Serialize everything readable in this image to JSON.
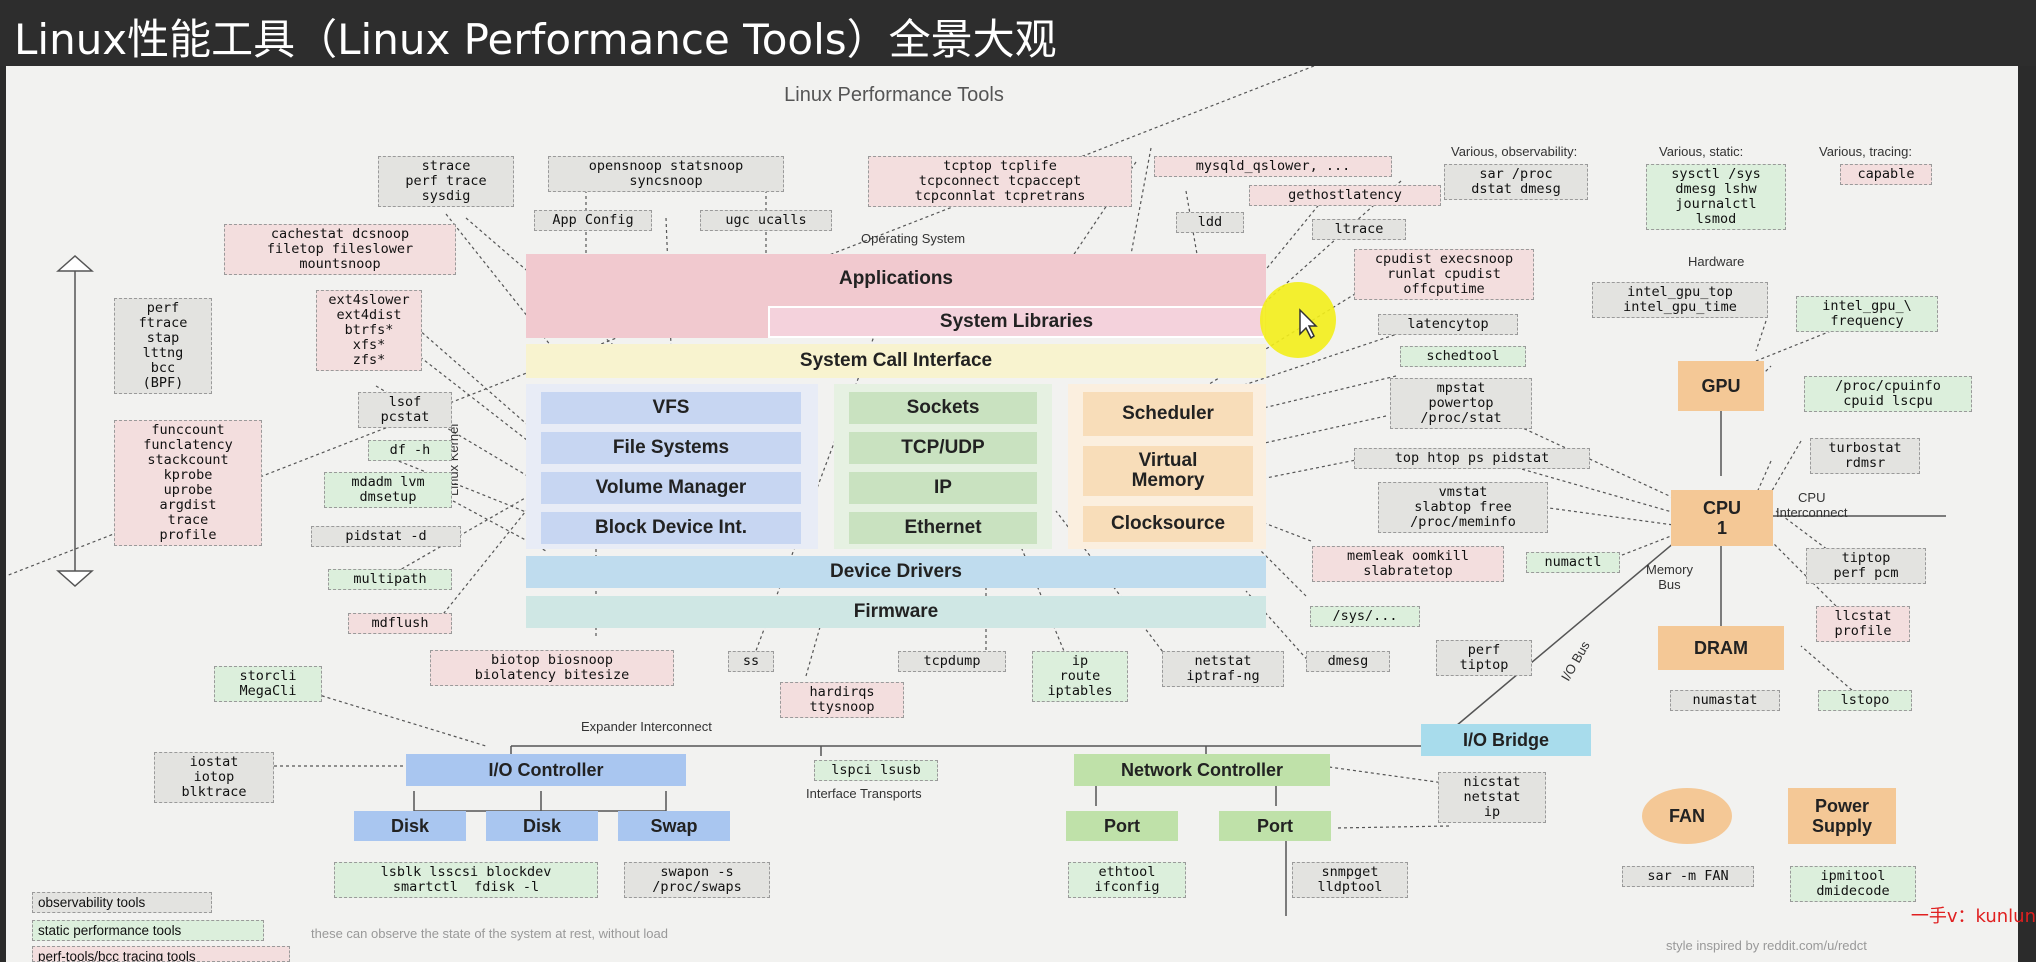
{
  "page_title": "Linux性能工具（Linux Performance Tools）全景大观",
  "diagram": {
    "title": "Linux Performance Tools",
    "os_label": "Operating System",
    "hardware_label": "Hardware",
    "kernel_label": "Linux Kernel",
    "expander_label": "Expander Interconnect",
    "interface_label": "Interface Transports",
    "cpu_interconnect_label": "CPU\nInterconnect",
    "memory_bus_label": "Memory\nBus",
    "io_bus_label": "I/O Bus",
    "various_obs_label": "Various, observability:",
    "various_static_label": "Various, static:",
    "various_tracing_label": "Various, tracing:",
    "footer_note": "these can observe the state of the system at rest, without load",
    "credit": "style inspired by reddit.com/u/redct",
    "layers": {
      "applications": "Applications",
      "system_libraries": "System Libraries",
      "syscall": "System Call Interface",
      "vfs": "VFS",
      "fs": "File Systems",
      "volume": "Volume Manager",
      "block": "Block Device Int.",
      "sockets": "Sockets",
      "tcpudp": "TCP/UDP",
      "ip": "IP",
      "ethernet": "Ethernet",
      "scheduler": "Scheduler",
      "vmem": "Virtual\nMemory",
      "clock": "Clocksource",
      "drivers": "Device Drivers",
      "firmware": "Firmware"
    },
    "hw": {
      "gpu": "GPU",
      "cpu": "CPU\n1",
      "dram": "DRAM",
      "iobridge": "I/O Bridge",
      "ioctrl": "I/O Controller",
      "disk1": "Disk",
      "disk2": "Disk",
      "swap": "Swap",
      "netctrl": "Network Controller",
      "port1": "Port",
      "port2": "Port",
      "fan": "FAN",
      "psu": "Power\nSupply"
    },
    "tools": {
      "strace": "strace\nperf trace\nsysdig",
      "opensnoop": "opensnoop statsnoop\nsyncsnoop",
      "tcptop": "tcptop tcplife\ntcpconnect tcpaccept\ntcpconnlat tcpretrans",
      "mysqld": "mysqld_qslower, ...",
      "gethost": "gethostlatency",
      "ldd": "ldd",
      "ltrace": "ltrace",
      "appconfig": "App Config",
      "ugc": "ugc ucalls",
      "cachestat": "cachestat dcsnoop\nfiletop fileslower\nmountsnoop",
      "ext4": "ext4slower\next4dist\nbtrfs*\nxfs*\nzfs*",
      "perf": "perf\nftrace\nstap\nlttng\nbcc\n(BPF)",
      "funccount": "funccount\nfunclatency\nstackcount\nkprobe\nuprobe\nargdist\ntrace\nprofile",
      "lsof": "lsof\npcstat",
      "df": "df -h",
      "mdadm": "mdadm lvm\ndmsetup",
      "pidstat": "pidstat -d",
      "multipath": "multipath",
      "mdflush": "mdflush",
      "biotop": "biotop biosnoop\nbiolatency bitesize",
      "ss": "ss",
      "hardirqs": "hardirqs\nttysnoop",
      "tcpdump": "tcpdump",
      "iproute": "ip\nroute\niptables",
      "netstat": "netstat\niptraf-ng",
      "dmesg": "dmesg",
      "sys": "/sys/...",
      "cpudist": "cpudist execsnoop\nrunlat cpudist\noffcputime",
      "latencytop": "latencytop",
      "schedtool": "schedtool",
      "mpstat": "mpstat\npowertop\n/proc/stat",
      "top": "top htop ps pidstat",
      "vmstat": "vmstat\nslabtop free\n/proc/meminfo",
      "memleak": "memleak oomkill\nslabratetop",
      "sarproc": "sar /proc\ndstat dmesg",
      "sysctl": "sysctl /sys\ndmesg lshw\njournalctl\nlsmod",
      "capable": "capable",
      "intelgpu": "intel_gpu_top\nintel_gpu_time",
      "intelfreq": "intel_gpu_\\\nfrequency",
      "cpuinfo": "/proc/cpuinfo\ncpuid lscpu",
      "turbostat": "turbostat\nrdmsr",
      "tiptop": "tiptop\nperf pcm",
      "llcstat": "llcstat\nprofile",
      "numactl": "numactl",
      "perftiptop": "perf\ntiptop",
      "numastat": "numastat",
      "lstopo": "lstopo",
      "storcli": "storcli\nMegaCli",
      "iostat": "iostat\niotop\nblktrace",
      "lspci": "lspci lsusb",
      "lsblk": "lsblk lsscsi blockdev\nsmartctl  fdisk -l",
      "swapon": "swapon -s\n/proc/swaps",
      "nicstat": "nicstat\nnetstat\nip",
      "ethtool": "ethtool\nifconfig",
      "snmpget": "snmpget\nlldptool",
      "sarfan": "sar -m FAN",
      "ipmitool": "ipmitool\ndmidecode"
    },
    "legend": {
      "observability": "observability tools",
      "static": "static performance tools",
      "tracing": "perf-tools/bcc tracing tools"
    }
  },
  "watermark": "一手v：kunlun"
}
